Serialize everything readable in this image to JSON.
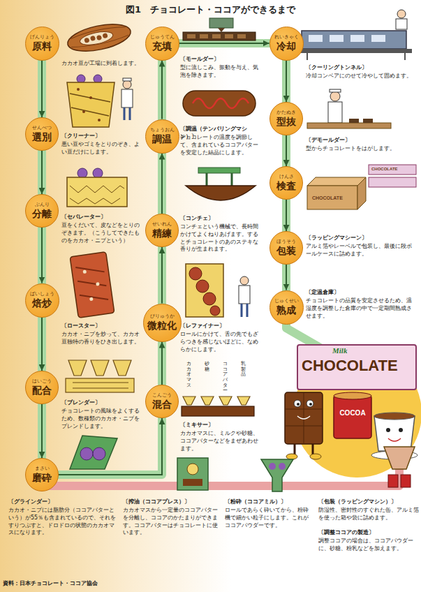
{
  "diagram": {
    "title": "図1　チョコレート・ココアができるまで",
    "caption": "資料：日本チョコレート・ココア協会",
    "nodes": [
      {
        "text": [
          "げんりょう",
          "原料"
        ]
      },
      {
        "text": [
          "せんべつ",
          "選別"
        ]
      },
      {
        "text": [
          "ぶんり",
          "分離"
        ]
      },
      {
        "text": [
          "ばいしょう",
          "焙炒"
        ]
      },
      {
        "text": [
          "はいごう",
          "配合"
        ]
      },
      {
        "text": [
          "まさい",
          "磨砕"
        ]
      },
      {
        "text": [
          "こんごう",
          "混合"
        ]
      },
      {
        "text": [
          "びりゅうか",
          "微粒化"
        ]
      },
      {
        "text": [
          "せいれん",
          "精練"
        ]
      },
      {
        "text": [
          "ちょうおん",
          "調温"
        ]
      },
      {
        "text": [
          "じゅうてん",
          "充填"
        ]
      },
      {
        "text": [
          "れいきゃく",
          "冷却"
        ]
      },
      {
        "text": [
          "かたぬき",
          "型抜"
        ]
      },
      {
        "text": [
          "けんさ",
          "検査"
        ]
      },
      {
        "text": [
          "ほうそう",
          "包装"
        ]
      },
      {
        "text": [
          "じゅくせい",
          "熟成"
        ]
      }
    ],
    "edges": [
      {
        "from": 0,
        "to": 1,
        "arrow": "to"
      },
      {
        "from": 1,
        "to": 2,
        "arrow": "to"
      },
      {
        "from": 2,
        "to": 3,
        "arrow": "to"
      },
      {
        "from": 3,
        "to": 4,
        "arrow": "to"
      },
      {
        "from": 4,
        "to": 5,
        "arrow": "to"
      },
      {
        "from": 5,
        "to": 6,
        "arrow": "to"
      },
      {
        "from": 6,
        "to": 7,
        "arrow": "to"
      },
      {
        "from": 7,
        "to": 8,
        "arrow": "to"
      },
      {
        "from": 8,
        "to": 9,
        "arrow": "to"
      },
      {
        "from": 9,
        "to": 10,
        "arrow": "to"
      },
      {
        "from": 10,
        "to": 11,
        "arrow": "to"
      },
      {
        "from": 11,
        "to": 12,
        "arrow": "to"
      },
      {
        "from": 12,
        "to": 13,
        "arrow": "to"
      },
      {
        "from": 13,
        "to": 14,
        "arrow": "to"
      },
      {
        "from": 14,
        "to": 15,
        "arrow": "to"
      }
    ],
    "labels": [
      "カカオ豆が工場に到着します。",
      "〔クリーナー〕",
      "悪い豆やゴミをとりのぞき、よい豆だけにします。",
      "〔セパレーター〕",
      "豆をくだいて、皮などをとりのぞきます。（こうしてできたものをカカオ・ニブという）",
      "〔ロースター〕",
      "カカオ・ニブを炒って、カカオ豆独特の香りをひき出します。",
      "〔ブレンダー〕",
      "チョコレートの風味をよくするため、数種類のカカオ・ニブをブレンドします。",
      "〔グラインダー〕",
      "カカオ・ニブには脂肪分（ココアバターという）が55％も含まれているので、それをすりつぶすと、ドロドロの状態のカカオマスになります。",
      "〔モールダー〕",
      "型に流しこみ、振動を与え、気泡を除きます。",
      "〔調温（テンパリングマシン）〕",
      "チョコレートの温度を調節して、含まれているココアバターを安定した結晶にします。",
      "〔コンチェ〕",
      "コンチェという機械で、長時間かけてよくねりあげます。するとチョコレートのあのステキな香りが生まれます。",
      "〔レファイナー〕",
      "ロールにかけて、舌の先でもざらつきを感じないほどに、なめらかにします。",
      "カカオマス",
      "砂糖",
      "ココアバター",
      "乳製品",
      "〔ミキサー〕",
      "カカオマスに、ミルクや砂糖、ココアバターなどをまぜあわせます。",
      "〔クーリングトンネル〕",
      "冷却コンベアにのせて冷やして固めます。",
      "〔デモールダー〕",
      "型からチョコレートをはがします。",
      "CHOCOLATE",
      "CHOCOLATE",
      "〔ラッピングマシーン〕",
      "アルミ箔やレーベルで包装し、最後に段ボールケースに詰めます。",
      "〔定温倉庫〕",
      "チョコレートの品質を安定させるため、温湿度を調整した倉庫の中で一定期間熟成させます。",
      "Milk",
      "CHOCOLATE",
      "COCOA",
      "〔搾油（ココアプレス）〕",
      "カカオマスから一定量のココアバターを分離し、ココアのかたまりができます。ココアバターはチョコレートに使います。",
      "〔粉砕（ココアミル）〕",
      "ロールであらく砕いてから、粉砕機で細かい粒子にします。これがココアパウダーです。",
      "〔包装（ラッピングマシン）〕",
      "防湿性、密封性のすぐれた缶、アルミ箔を使った箱や袋に詰めます。",
      "〔調整ココアの製造〕",
      "調整ココアの場合は、ココアパウダーに、砂糖、粉乳などを加えます。"
    ]
  }
}
